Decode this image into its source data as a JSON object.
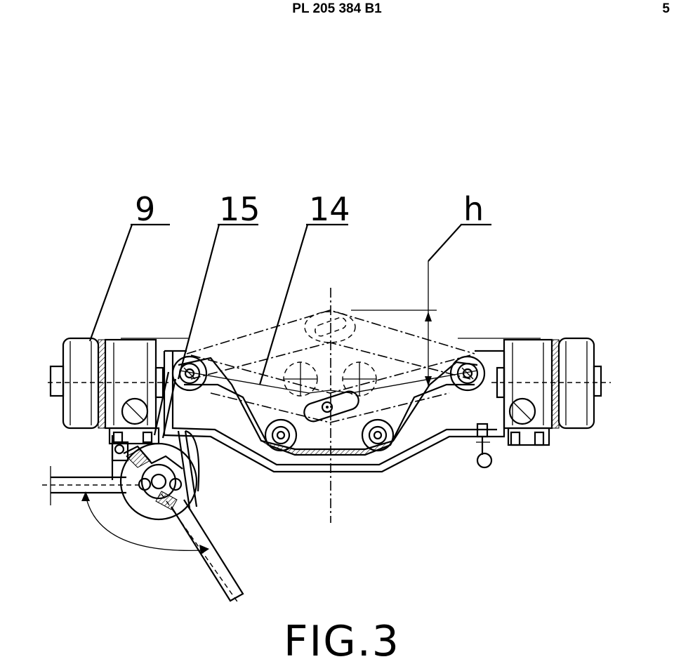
{
  "header": {
    "patent_number": "PL 205 384 B1",
    "page_number": "5"
  },
  "labels": {
    "ref_9": "9",
    "ref_15": "15",
    "ref_14": "14",
    "ref_h": "h"
  },
  "caption": "FIG.3"
}
